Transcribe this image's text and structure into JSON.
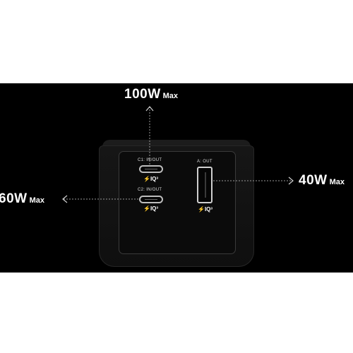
{
  "labels": {
    "top": {
      "watts": "100W",
      "max": "Max"
    },
    "left": {
      "watts": "60W",
      "max": "Max"
    },
    "right": {
      "watts": "40W",
      "max": "Max"
    }
  },
  "ports": {
    "c1": {
      "label": "C1: IN/OUT",
      "badge": "⚡IQ³"
    },
    "c2": {
      "label": "C2: IN/OUT",
      "badge": "⚡IQ³"
    },
    "a": {
      "label": "A: OUT",
      "badge": "⚡IQ³"
    }
  },
  "colors": {
    "band": "#000000",
    "page": "#ffffff",
    "text": "#ffffff",
    "leader": "#9a9a9a"
  }
}
